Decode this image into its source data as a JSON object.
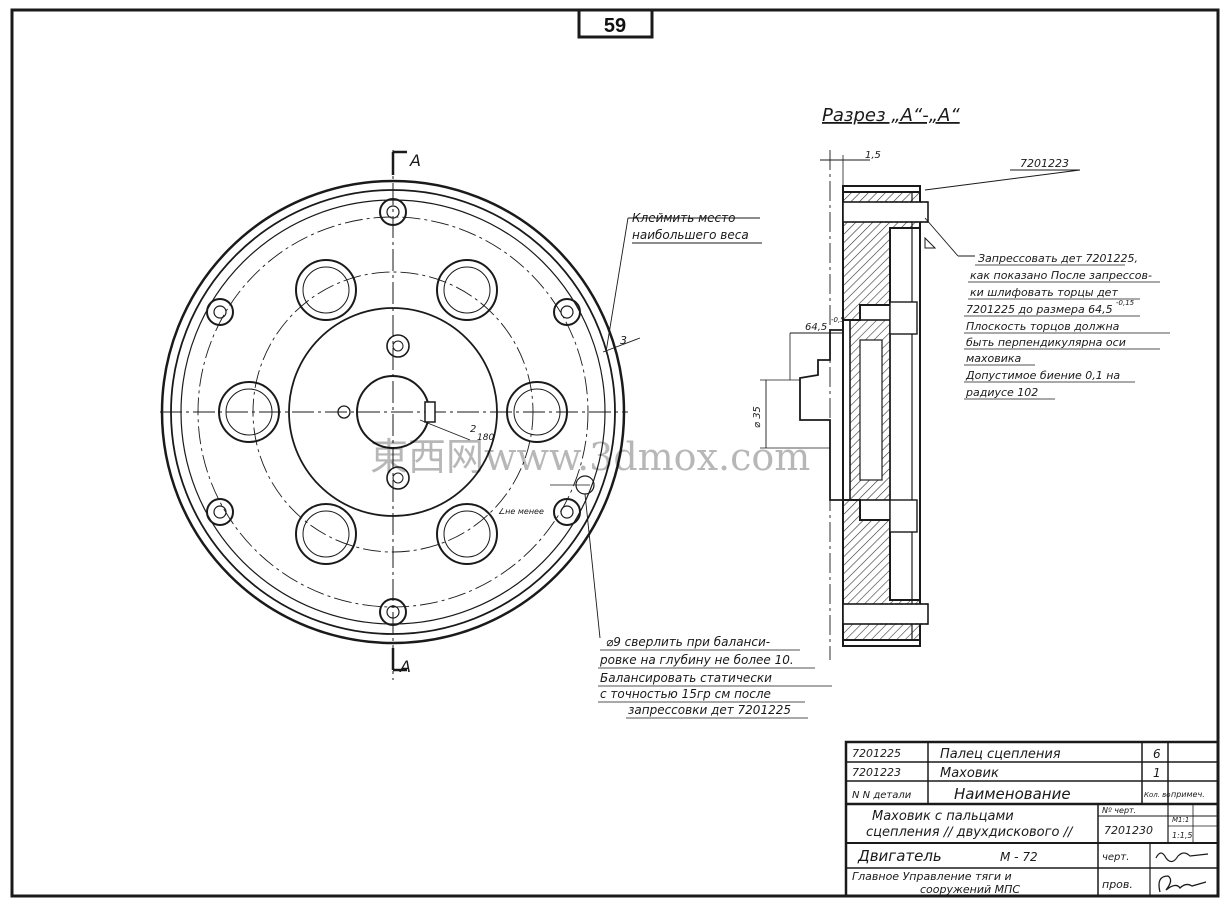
{
  "sheet": {
    "number": "59"
  },
  "front_view": {
    "section_mark_top": "A",
    "section_mark_bottom": "A"
  },
  "section_view": {
    "title": "Разрез „А“-„А“",
    "dims": {
      "top": "1,5",
      "step": "64,5",
      "tol": "-0,5",
      "dia": "⌀ 35"
    },
    "part_label": "7201223"
  },
  "dims_front": {
    "right": "3",
    "small": "2",
    "angle": "180",
    "hole": "∠не менее"
  },
  "notes": {
    "top": [
      "Клеймить место",
      "наибольшего веса"
    ],
    "right": [
      "Запрессовать дет 7201225,",
      "как показано После запрессов-",
      "ки шлифовать торцы дет",
      "7201225 до размера 64,5",
      "Плоскость торцов должна",
      "быть перпендикулярна оси",
      "маховика",
      "Допустимое биение 0,1 на",
      "радиусе 102"
    ],
    "right_tol": "-0,15",
    "bottom": [
      "⌀9 сверлить при баланси-",
      "ровке на глубину не более 10.",
      "Балансировать статически",
      "с точностью 15гр см после",
      "запрессовки дет 7201225"
    ]
  },
  "watermark": "東西网www.3dmox.com",
  "title_block": {
    "parts": [
      {
        "num": "7201225",
        "name": "Палец сцепления",
        "qty": "6"
      },
      {
        "num": "7201223",
        "name": "Маховик",
        "qty": "1"
      }
    ],
    "header": {
      "num": "N N детали",
      "name": "Наименование",
      "qty": "Кол. во",
      "note": "примеч."
    },
    "title_line1": "Маховик с пальцами",
    "title_line2": "сцепления ∕∕ двухдискового ∕∕",
    "drawing_label": "Nº черт.",
    "drawing_number": "7201230",
    "scale_label": "М1:1",
    "scale_value": "1:1,5",
    "engine": "Двигатель",
    "engine_model": "М - 72",
    "drawn_label": "черт.",
    "org_line1": "Главное Управление тяги и",
    "org_line2": "сооружений МПС",
    "checked_label": "пров."
  }
}
